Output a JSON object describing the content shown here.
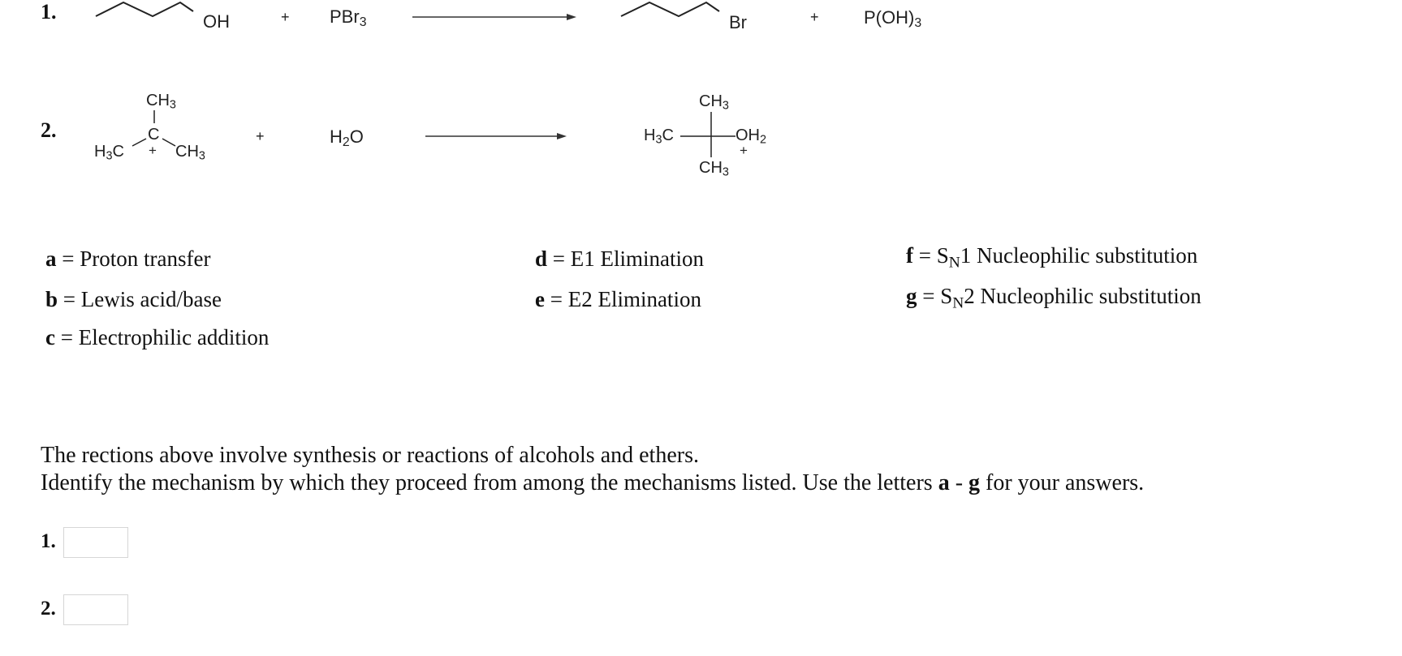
{
  "reactions": [
    {
      "number": "1.",
      "reactant1_label": "OH",
      "plus1": "+",
      "reagent": "PBr",
      "reagent_sub": "3",
      "product1_label": "Br",
      "plus2": "+",
      "product2": "P(OH)",
      "product2_sub": "3"
    },
    {
      "number": "2.",
      "reactant_top": "CH",
      "reactant_top_sub": "3",
      "reactant_c": "C",
      "reactant_left": "H",
      "reactant_left_sub": "3",
      "reactant_left_tail": "C",
      "reactant_right": "CH",
      "reactant_right_sub": "3",
      "reactant_charge": "+",
      "plus1": "+",
      "reagent": "H",
      "reagent_sub": "2",
      "reagent_tail": "O",
      "product_top": "CH",
      "product_top_sub": "3",
      "product_left": "H",
      "product_left_sub": "3",
      "product_left_tail": "C",
      "product_right": "OH",
      "product_right_sub": "2",
      "product_charge": "+",
      "product_bottom": "CH",
      "product_bottom_sub": "3"
    }
  ],
  "mechanisms": [
    {
      "letter": "a",
      "text": " = Proton transfer"
    },
    {
      "letter": "b",
      "text": " = Lewis acid/base"
    },
    {
      "letter": "c",
      "text": " = Electrophilic addition"
    },
    {
      "letter": "d",
      "text": " = E1 Elimination"
    },
    {
      "letter": "e",
      "text": " = E2 Elimination"
    },
    {
      "letter": "f",
      "pre": " = S",
      "sub": "N",
      "post": "1 Nucleophilic substitution"
    },
    {
      "letter": "g",
      "pre": " = S",
      "sub": "N",
      "post": "2 Nucleophilic substitution"
    }
  ],
  "instructions": {
    "line1": "The rections above involve synthesis or reactions of alcohols and ethers.",
    "line2_pre": "Identify the mechanism by which they proceed from among the mechanisms listed. Use the letters ",
    "line2_bold1": "a",
    "line2_mid": " - ",
    "line2_bold2": "g",
    "line2_post": " for your answers."
  },
  "answers": [
    {
      "label": "1.",
      "value": ""
    },
    {
      "label": "2.",
      "value": ""
    }
  ]
}
